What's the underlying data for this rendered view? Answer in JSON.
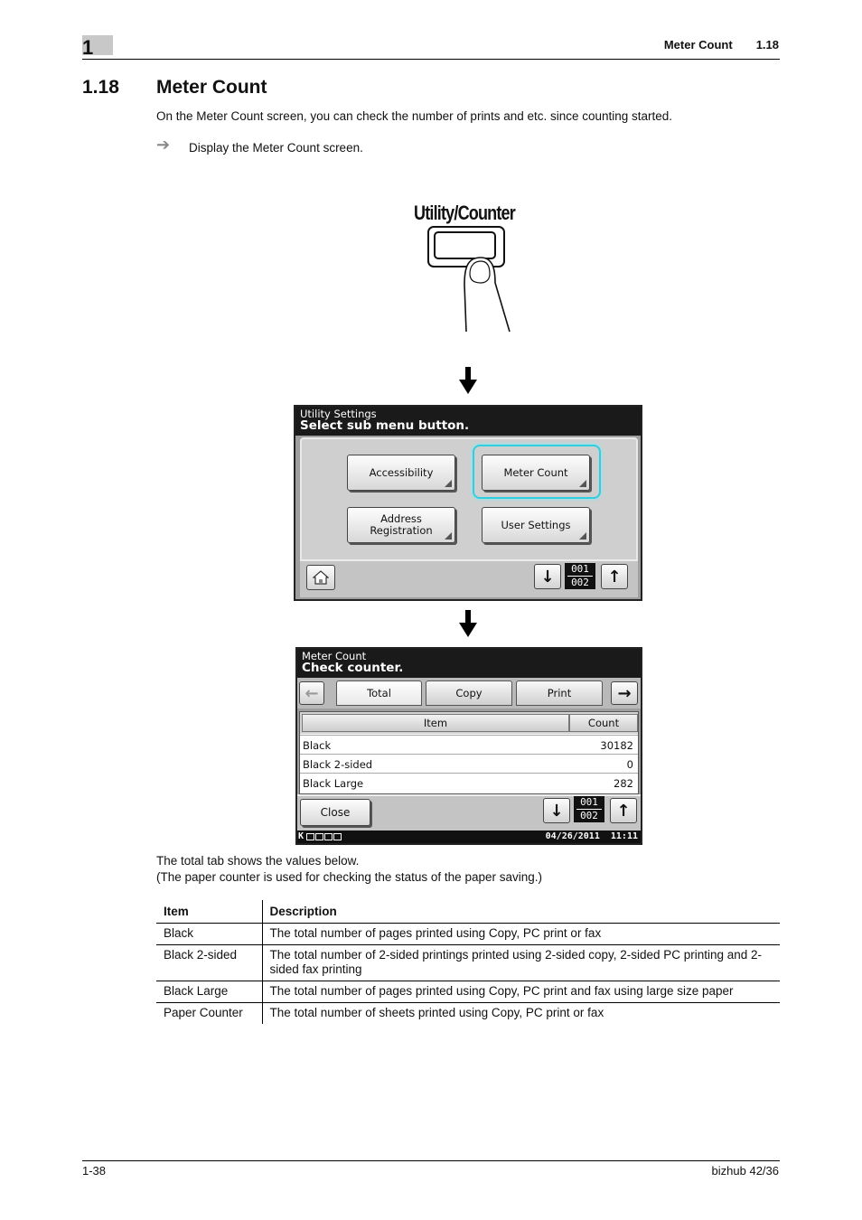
{
  "header": {
    "chapter": "1",
    "title": "Meter Count",
    "section": "1.18"
  },
  "section": {
    "number": "1.18",
    "title": "Meter Count"
  },
  "intro": "On the Meter Count screen, you can check the number of prints and etc. since counting started.",
  "step": {
    "arrow": "➔",
    "text": "Display the Meter Count screen."
  },
  "key_label": "Utility/Counter",
  "screen1": {
    "sub_title": "Utility Settings",
    "main_title": "Select sub menu button.",
    "buttons": [
      "Accessibility",
      "Meter Count",
      "Address\nRegistration",
      "User Settings"
    ],
    "page": {
      "current": "001",
      "total": "002"
    }
  },
  "screen2": {
    "sub_title": "Meter Count",
    "main_title": "Check counter.",
    "tabs": [
      "Total",
      "Copy",
      "Print"
    ],
    "columns": [
      "Item",
      "Count"
    ],
    "rows": [
      {
        "item": "Black",
        "count": "30182"
      },
      {
        "item": "Black 2-sided",
        "count": "0"
      },
      {
        "item": "Black Large",
        "count": "282"
      }
    ],
    "close_label": "Close",
    "page": {
      "current": "001",
      "total": "002"
    },
    "status": {
      "toner": "K",
      "datetime": "04/26/2011  11:11"
    }
  },
  "note_line1": "The total tab shows the values below.",
  "note_line2": "(The paper counter is used for checking the status of the paper saving.)",
  "table": {
    "headers": [
      "Item",
      "Description"
    ],
    "rows": [
      {
        "item": "Black",
        "desc": "The total number of pages printed using Copy, PC print or fax"
      },
      {
        "item": "Black 2-sided",
        "desc": "The total number of 2-sided printings printed using 2-sided copy, 2-sided PC printing and 2-sided fax printing"
      },
      {
        "item": "Black Large",
        "desc": "The total number of pages printed using Copy, PC print and fax using large size paper"
      },
      {
        "item": "Paper Counter",
        "desc": "The total number of sheets printed using Copy, PC print or fax"
      }
    ]
  },
  "footer": {
    "page": "1-38",
    "product": "bizhub 42/36"
  }
}
